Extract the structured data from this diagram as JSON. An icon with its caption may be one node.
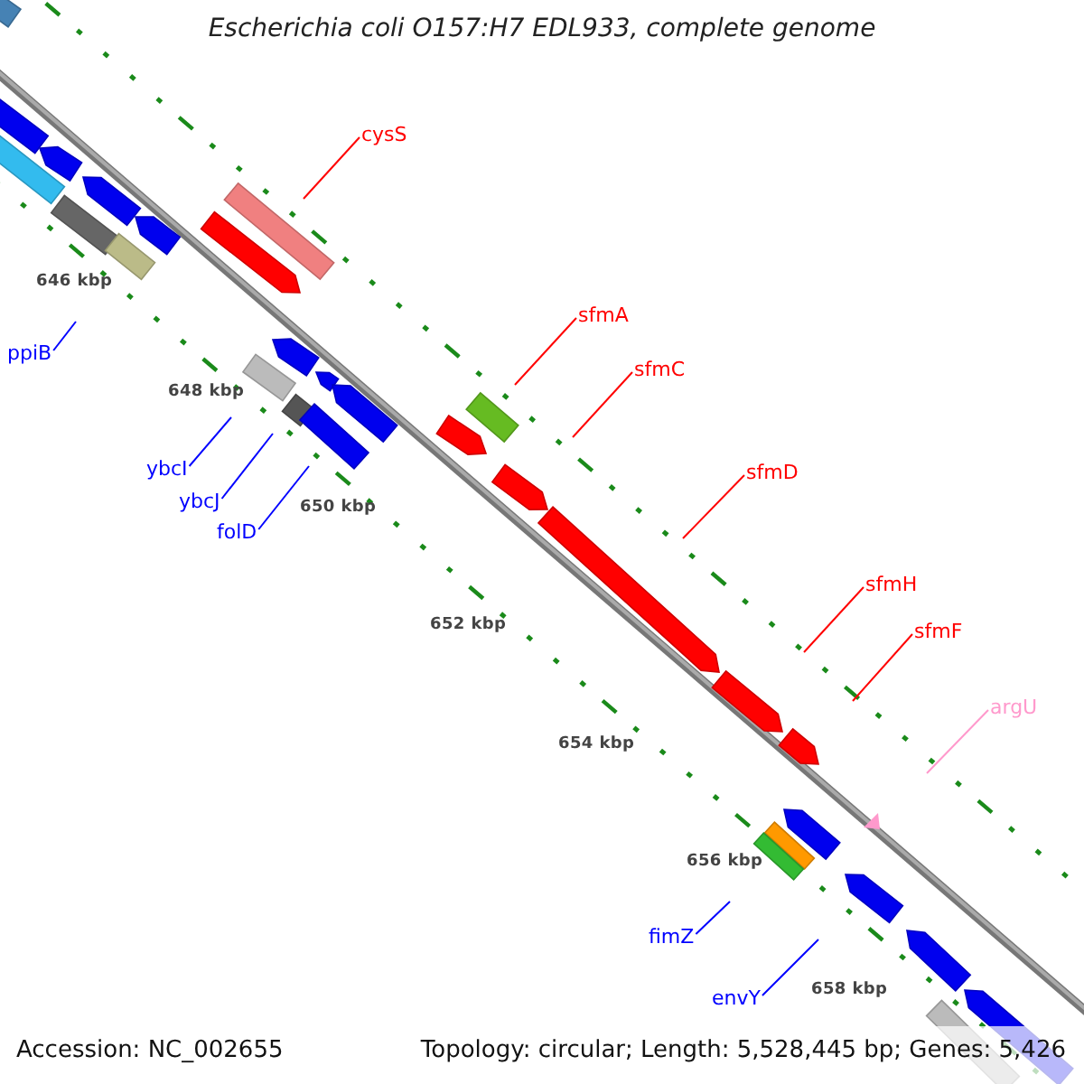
{
  "diagram": {
    "title": "Escherichia coli O157:H7 EDL933, complete genome",
    "nodes": [
      {
        "text": [
          "cysS"
        ]
      },
      {
        "text": [
          "sfmA"
        ]
      },
      {
        "text": [
          "sfmC"
        ]
      },
      {
        "text": [
          "sfmD"
        ]
      },
      {
        "text": [
          "sfmH"
        ]
      },
      {
        "text": [
          "sfmF"
        ]
      },
      {
        "text": [
          "argU"
        ]
      },
      {
        "text": [
          "ppiB"
        ]
      },
      {
        "text": [
          "ybcI"
        ]
      },
      {
        "text": [
          "ybcJ"
        ]
      },
      {
        "text": [
          "folD"
        ]
      },
      {
        "text": [
          "fimZ"
        ]
      },
      {
        "text": [
          "envY"
        ]
      }
    ],
    "edges": [
      {
        "from": 0,
        "to": null,
        "arrow": "none"
      },
      {
        "from": 1,
        "to": null,
        "arrow": "none"
      },
      {
        "from": 2,
        "to": null,
        "arrow": "none"
      },
      {
        "from": 3,
        "to": null,
        "arrow": "none"
      },
      {
        "from": 4,
        "to": null,
        "arrow": "none"
      },
      {
        "from": 5,
        "to": null,
        "arrow": "none"
      },
      {
        "from": 6,
        "to": null,
        "arrow": "none",
        "color": "#ff99cc"
      },
      {
        "from": 7,
        "to": null,
        "arrow": "none",
        "color": "#0000ff"
      },
      {
        "from": 8,
        "to": null,
        "arrow": "none",
        "color": "#0000ff"
      },
      {
        "from": 9,
        "to": null,
        "arrow": "none",
        "color": "#0000ff"
      },
      {
        "from": 10,
        "to": null,
        "arrow": "none",
        "color": "#0000ff"
      },
      {
        "from": 11,
        "to": null,
        "arrow": "none",
        "color": "#0000ff"
      },
      {
        "from": 12,
        "to": null,
        "arrow": "none",
        "color": "#0000ff"
      }
    ],
    "labels": [
      "646 kbp",
      "648 kbp",
      "650 kbp",
      "652 kbp",
      "654 kbp",
      "656 kbp",
      "658 kbp",
      "Accession: NC_002655",
      "Topology: circular; Length: 5,528,445 bp; Genes: 5,426"
    ]
  }
}
